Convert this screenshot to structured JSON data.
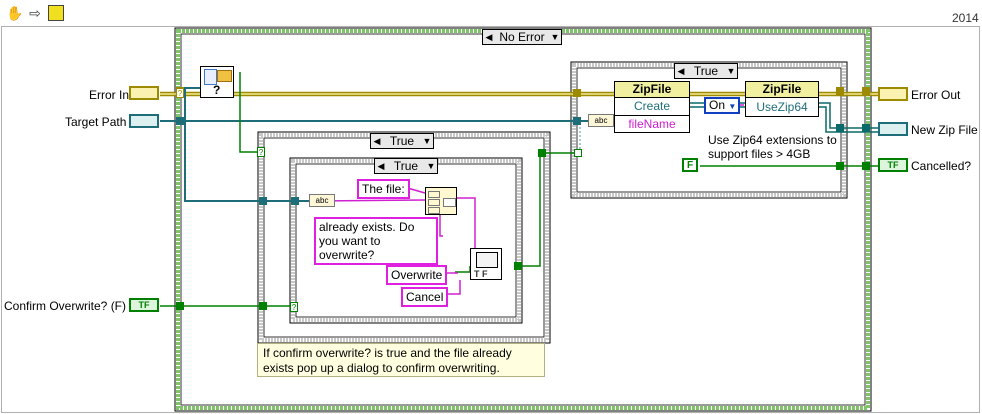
{
  "toolbar": {
    "hand_icon": "hand-run-icon",
    "arrow_icon": "arrow-icon",
    "highlight_icon": "lightbulb-icon"
  },
  "version_label": "2014",
  "terminals": {
    "error_in": "Error In",
    "target_path": "Target Path",
    "confirm_overwrite": "Confirm Overwrite? (F)",
    "error_out": "Error Out",
    "new_zip_file": "New Zip File",
    "cancelled": "Cancelled?"
  },
  "case_structures": {
    "outer": "No Error",
    "middle": "True",
    "inner": "True",
    "zip": "True"
  },
  "string_constants": {
    "the_file": "The file:",
    "already_exists": "already exists. Do you want to overwrite?",
    "overwrite": "Overwrite",
    "cancel": "Cancel"
  },
  "zip_nodes": {
    "create_class": "ZipFile",
    "create_method": "Create",
    "create_param": "fileName",
    "set_class": "ZipFile",
    "set_property": "UseZip64",
    "enum_value": "On"
  },
  "comments": {
    "zip64": "Use Zip64 extensions to support files > 4GB",
    "confirm": "If confirm overwrite? is true and the file already exists pop up a dialog to confirm overwriting."
  },
  "constants": {
    "false_const": "F"
  },
  "colors": {
    "error_wire": "#9c8a00",
    "path_wire": "#1e6e7a",
    "bool_wire": "#008000",
    "string_wire": "#d020d0",
    "refnum_wire": "#0a6a6a",
    "case_border": "#88cc66"
  }
}
